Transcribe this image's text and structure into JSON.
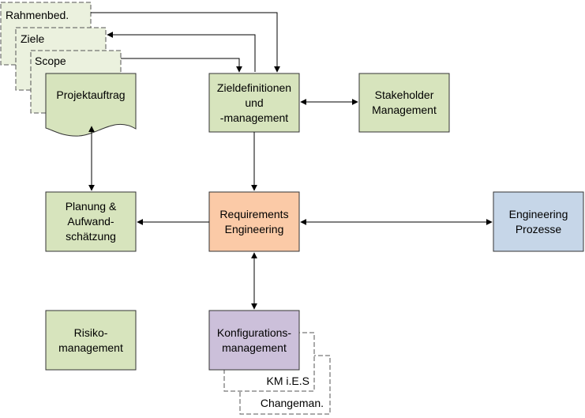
{
  "colors": {
    "green_fill": "#d7e4bd",
    "green_border": "#4f6228",
    "orange_fill": "#fbcaa7",
    "blue_fill": "#c6d6e8",
    "purple_fill": "#ccc0da",
    "doc_fill": "#ebf1de",
    "stroke": "#333333",
    "arrow": "#000000"
  },
  "docs": {
    "rahmenbed": "Rahmenbed.",
    "ziele": "Ziele",
    "scope": "Scope",
    "projektauftrag": "Projektauftrag"
  },
  "boxes": {
    "zieldefinitionen": "Zieldefinitionen\nund\n-management",
    "stakeholder": "Stakeholder\nManagement",
    "planung": "Planung &\nAufwand-\nschätzung",
    "requirements": "Requirements\nEngineering",
    "engineering_prozesse": "Engineering\nProzesse",
    "risiko": "Risiko-\nmanagement",
    "konfiguration": "Konfigurations-\nmanagement"
  },
  "stack": {
    "km": "KM i.E.S",
    "changeman": "Changeman."
  }
}
